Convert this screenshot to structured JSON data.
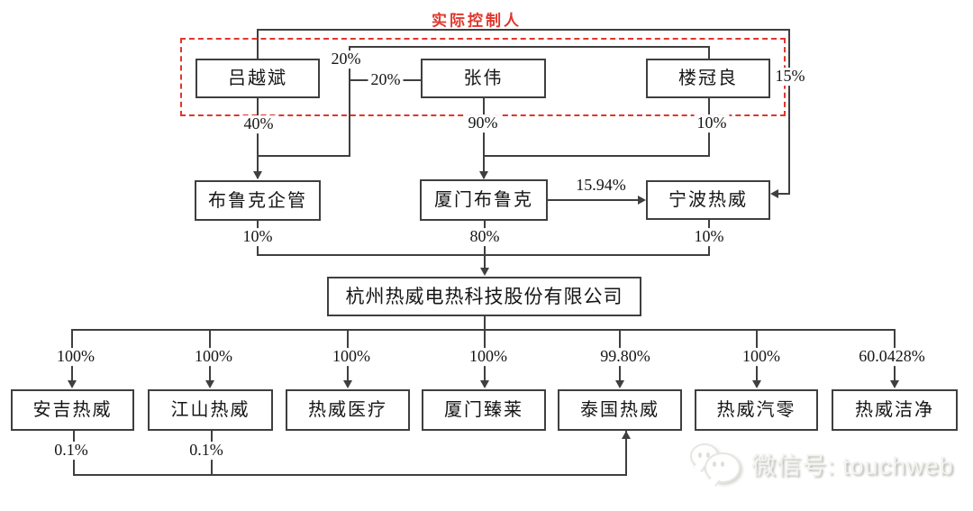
{
  "controller": {
    "label": "实际控制人"
  },
  "persons": [
    {
      "name": "吕越斌"
    },
    {
      "name": "张伟"
    },
    {
      "name": "楼冠良"
    }
  ],
  "holdings": [
    {
      "name": "布鲁克企管"
    },
    {
      "name": "厦门布鲁克"
    },
    {
      "name": "宁波热威"
    }
  ],
  "parent_company": {
    "name": "杭州热威电热科技股份有限公司"
  },
  "subsidiaries": [
    {
      "name": "安吉热威",
      "ownership": "100%"
    },
    {
      "name": "江山热威",
      "ownership": "100%"
    },
    {
      "name": "热威医疗",
      "ownership": "100%"
    },
    {
      "name": "厦门臻莱",
      "ownership": "100%"
    },
    {
      "name": "泰国热威",
      "ownership": "99.80%"
    },
    {
      "name": "热威汽零",
      "ownership": "100%"
    },
    {
      "name": "热威洁净",
      "ownership": "60.0428%"
    }
  ],
  "ownership_labels": {
    "lv_to_bruker": "40%",
    "top_to_bruker": "20%",
    "zhang_to_bruker": "20%",
    "lv_to_ningbo": "15%",
    "zhang_to_xiamen": "90%",
    "lou_to_xiamen": "10%",
    "xiamen_to_ningbo": "15.94%",
    "bruker_to_parent": "10%",
    "xiamen_to_parent": "80%",
    "ningbo_to_parent": "10%",
    "anji_to_thai": "0.1%",
    "jiangshan_to_thai": "0.1%"
  },
  "watermark": {
    "text": "微信号: touchweb",
    "icon": "wechat-icon"
  },
  "colors": {
    "accent_red": "#e0362c",
    "line": "#3f3f3f",
    "watermark_gray": "#e9e9e6"
  }
}
